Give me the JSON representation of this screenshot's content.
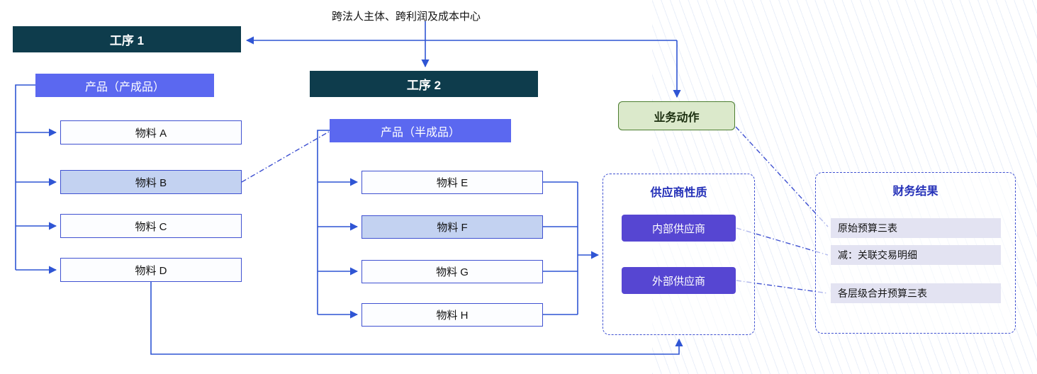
{
  "top": {
    "annotation": "跨法人主体、跨利润及成本中心"
  },
  "process1": {
    "title": "工序 1",
    "product": {
      "label": "产品（产成品）"
    },
    "materials": [
      {
        "label": "物料 A",
        "highlighted": false
      },
      {
        "label": "物料 B",
        "highlighted": true
      },
      {
        "label": "物料 C",
        "highlighted": false
      },
      {
        "label": "物料 D",
        "highlighted": false
      }
    ]
  },
  "process2": {
    "title": "工序 2",
    "product": {
      "label": "产品（半成品）"
    },
    "materials": [
      {
        "label": "物料 E",
        "highlighted": false
      },
      {
        "label": "物料 F",
        "highlighted": true
      },
      {
        "label": "物料 G",
        "highlighted": false
      },
      {
        "label": "物料 H",
        "highlighted": false
      }
    ]
  },
  "business_action": {
    "label": "业务动作"
  },
  "supplier_panel": {
    "title": "供应商性质",
    "items": [
      {
        "label": "内部供应商"
      },
      {
        "label": "外部供应商"
      }
    ]
  },
  "finance_panel": {
    "title": "财务结果",
    "items": [
      {
        "label": "原始预算三表"
      },
      {
        "label": "减：关联交易明细"
      },
      {
        "label": "各层级合并预算三表"
      }
    ]
  },
  "colors": {
    "process_header_bg": "#0e3c4c",
    "product_bar_bg": "#5b68f0",
    "material_border": "#3f51d1",
    "material_highlight_bg": "#c3d2f1",
    "action_bg": "#dbe9cb",
    "action_border": "#4c7d2f",
    "supplier_pill_bg": "#5646d2",
    "panel_border": "#3f51d1",
    "panel_title_text": "#2430b8",
    "finance_row_bg": "#e3e3f2",
    "connector_line": "#2f55d4"
  }
}
